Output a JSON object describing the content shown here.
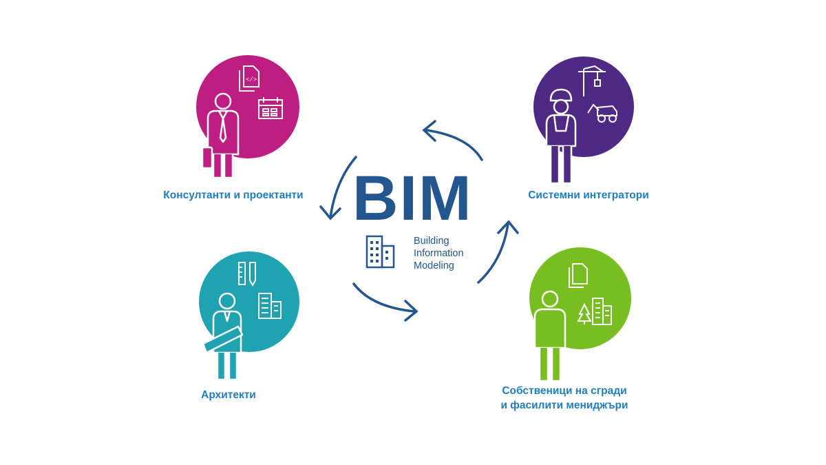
{
  "center": {
    "title": "BIM",
    "subtitle": [
      "Building",
      "Information",
      "Modeling"
    ]
  },
  "roles": {
    "consultants": {
      "label": "Консултанти и проектанти",
      "color": "#BE1E82"
    },
    "integrators": {
      "label": "Системни интегратори",
      "color": "#4E2A84"
    },
    "architects": {
      "label": "Архитекти",
      "color": "#1FA3B0"
    },
    "owners": {
      "label_lines": [
        "Собственици на сгради",
        "и фасилити мениджъри"
      ],
      "color": "#78BE20"
    }
  },
  "colors": {
    "label_text": "#1F7DC1",
    "bim_text": "#23558F",
    "arrows": "#23558F"
  }
}
